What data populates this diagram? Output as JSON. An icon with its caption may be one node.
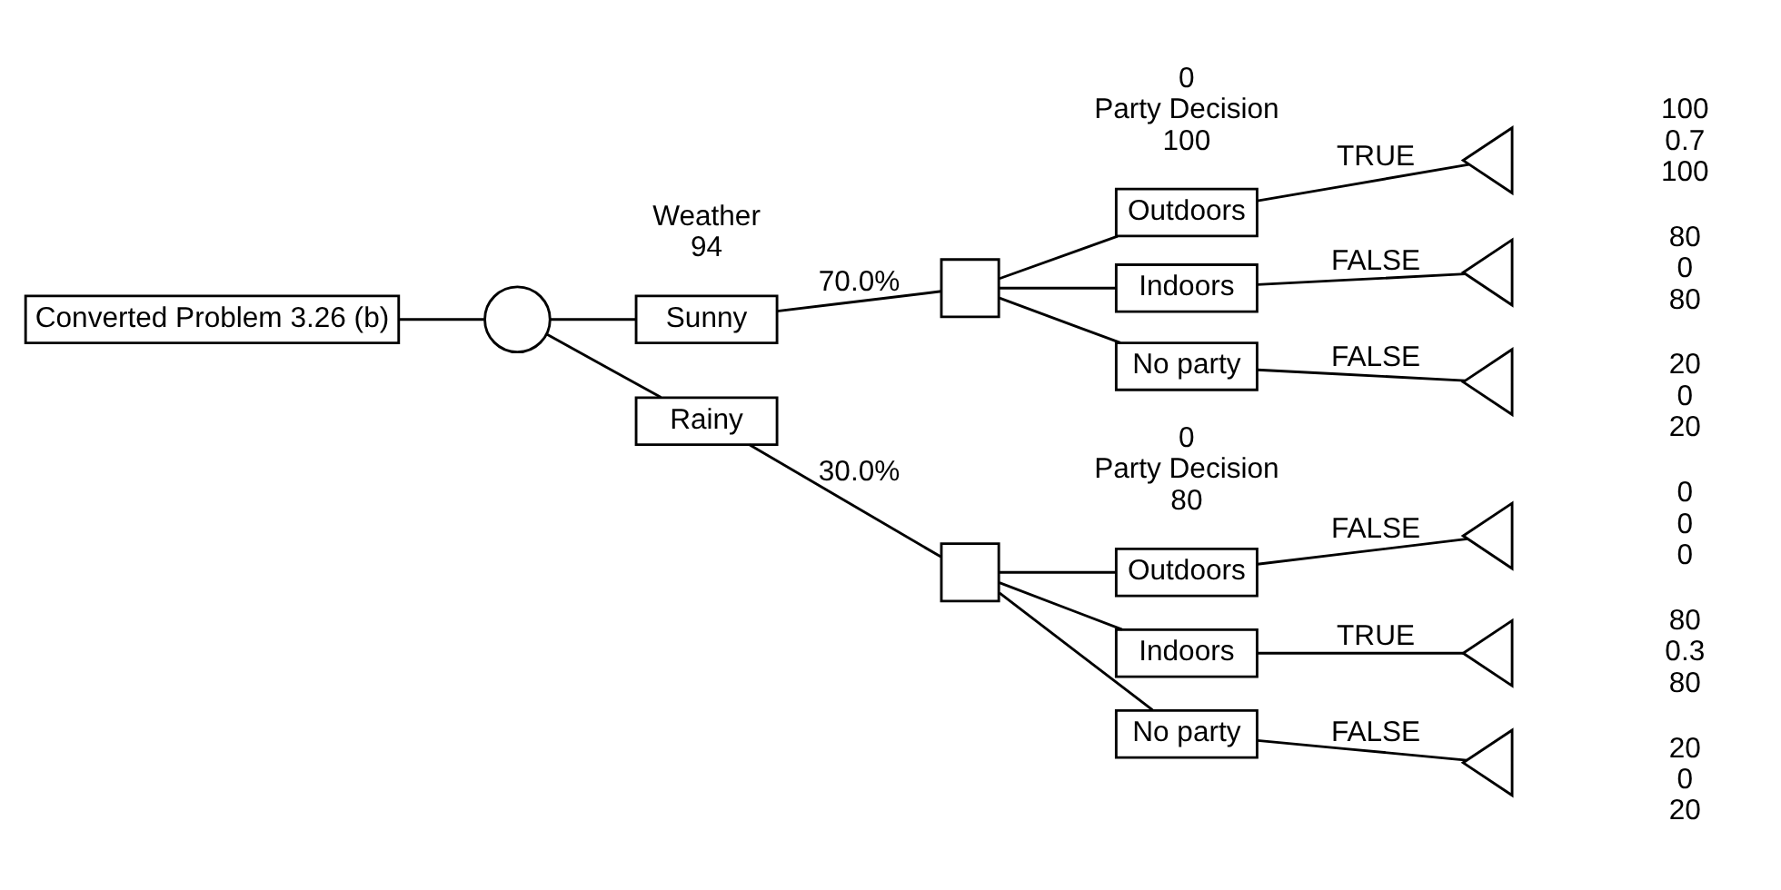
{
  "diagram": {
    "nodes": [
      {
        "text": [
          "Converted Problem 3.26 (b)"
        ]
      },
      {
        "text": [],
        "shape": "circle",
        "beside": [
          "Weather",
          "94"
        ]
      },
      {
        "text": [
          "Sunny"
        ]
      },
      {
        "text": [],
        "shape": "box",
        "beside": [
          "0",
          "Party Decision",
          "100"
        ]
      },
      {
        "text": [
          "Outdoors"
        ]
      },
      {
        "text": [],
        "shape": "triangle",
        "beside": [
          "100",
          "0.7",
          "100"
        ]
      },
      {
        "text": [
          "Indoors"
        ]
      },
      {
        "text": [],
        "shape": "triangle",
        "beside": [
          "80",
          "0",
          "80"
        ]
      },
      {
        "text": [
          "No party"
        ]
      },
      {
        "text": [],
        "shape": "triangle",
        "beside": [
          "20",
          "0",
          "20"
        ]
      },
      {
        "text": [
          "Rainy"
        ]
      },
      {
        "text": [],
        "shape": "box",
        "beside": [
          "0",
          "Party Decision",
          "80"
        ]
      },
      {
        "text": [
          "Outdoors"
        ]
      },
      {
        "text": [],
        "shape": "triangle",
        "beside": [
          "0",
          "0",
          "0"
        ]
      },
      {
        "text": [
          "Indoors"
        ]
      },
      {
        "text": [],
        "shape": "triangle",
        "beside": [
          "80",
          "0.3",
          "80"
        ]
      },
      {
        "text": [
          "No party"
        ]
      },
      {
        "text": [],
        "shape": "triangle",
        "beside": [
          "20",
          "0",
          "20"
        ]
      }
    ],
    "edges": [
      {
        "from": 0,
        "to": 1,
        "arrow": "none"
      },
      {
        "from": 1,
        "to": 2,
        "arrow": "none"
      },
      {
        "from": 2,
        "to": 3,
        "arrow": "none",
        "label": "70.0%"
      },
      {
        "from": 3,
        "to": 4,
        "arrow": "none"
      },
      {
        "from": 4,
        "to": 5,
        "arrow": "none",
        "label": "TRUE"
      },
      {
        "from": 3,
        "to": 6,
        "arrow": "none"
      },
      {
        "from": 6,
        "to": 7,
        "arrow": "none",
        "label": "FALSE"
      },
      {
        "from": 3,
        "to": 8,
        "arrow": "none"
      },
      {
        "from": 8,
        "to": 9,
        "arrow": "none",
        "label": "FALSE"
      },
      {
        "from": 1,
        "to": 10,
        "arrow": "none"
      },
      {
        "from": 10,
        "to": 11,
        "arrow": "none",
        "label": "30.0%"
      },
      {
        "from": 11,
        "to": 12,
        "arrow": "none"
      },
      {
        "from": 12,
        "to": 13,
        "arrow": "none",
        "label": "FALSE"
      },
      {
        "from": 11,
        "to": 14,
        "arrow": "none"
      },
      {
        "from": 14,
        "to": 15,
        "arrow": "none",
        "label": "TRUE"
      },
      {
        "from": 11,
        "to": 16,
        "arrow": "none"
      },
      {
        "from": 16,
        "to": 17,
        "arrow": "none",
        "label": "FALSE"
      }
    ]
  }
}
